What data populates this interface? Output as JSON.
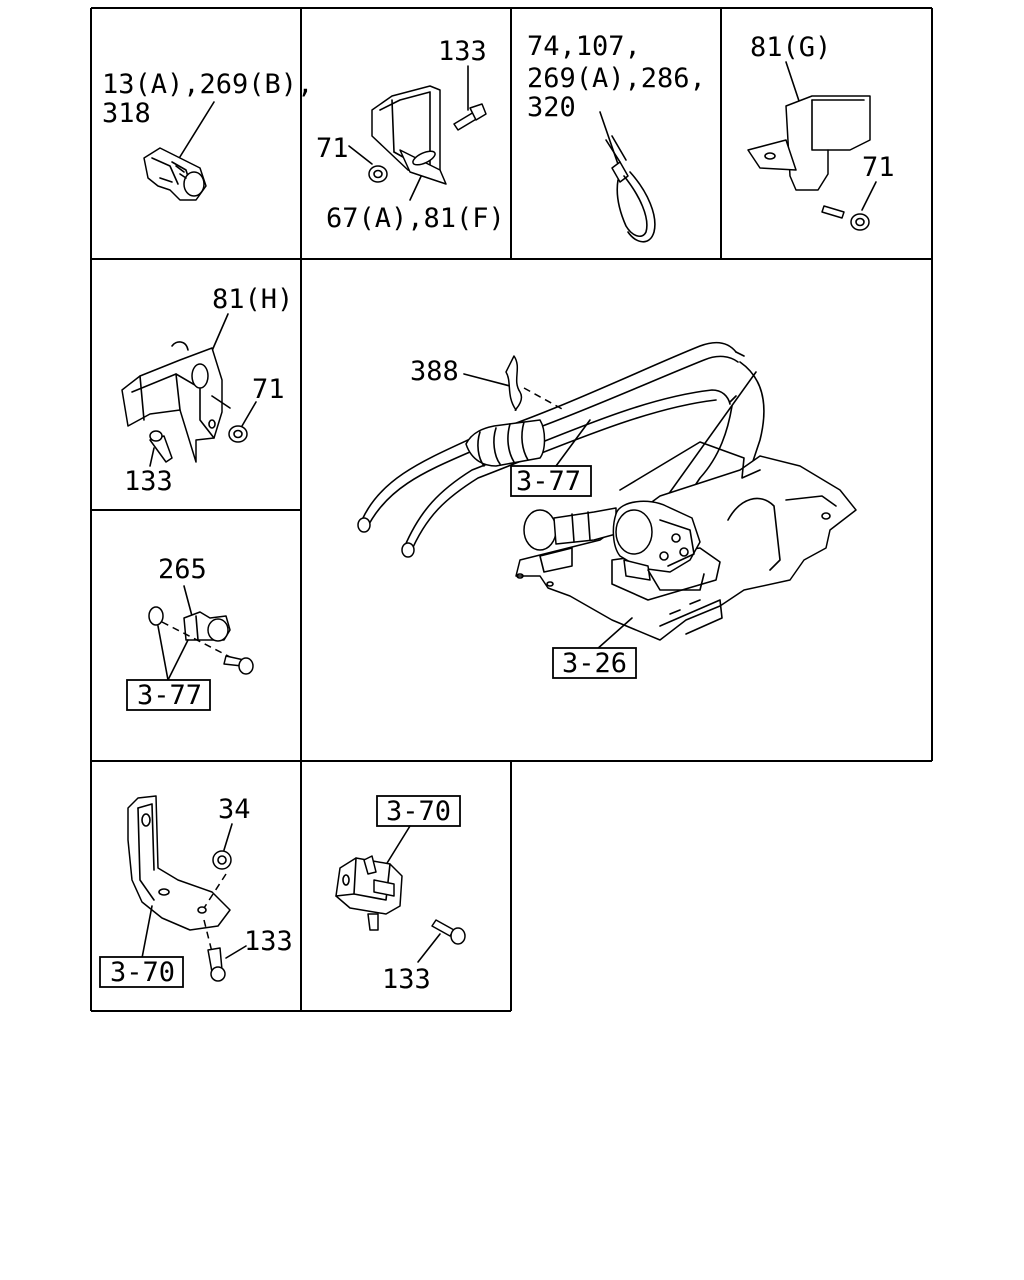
{
  "panels": {
    "clip": {
      "line1": "13(A),269(B),",
      "line2": "318"
    },
    "bracket_f": {
      "bolt": "133",
      "nut": "71",
      "bracket": "67(A),81(F)"
    },
    "tie": {
      "line1": "74,107,",
      "line2": "269(A),286,",
      "line3": "320"
    },
    "bracket_g": {
      "bracket": "81(G)",
      "nut": "71"
    },
    "bracket_h": {
      "bracket": "81(H)",
      "nut": "71",
      "bolt": "133"
    },
    "clamp": {
      "clamp": "265",
      "ref": "3-77"
    },
    "main": {
      "sleeve": "388",
      "ref_hose": "3-77",
      "ref_frame": "3-26"
    },
    "stay": {
      "nut": "34",
      "bolt": "133",
      "ref": "3-70"
    },
    "block": {
      "ref": "3-70",
      "bolt": "133"
    }
  }
}
